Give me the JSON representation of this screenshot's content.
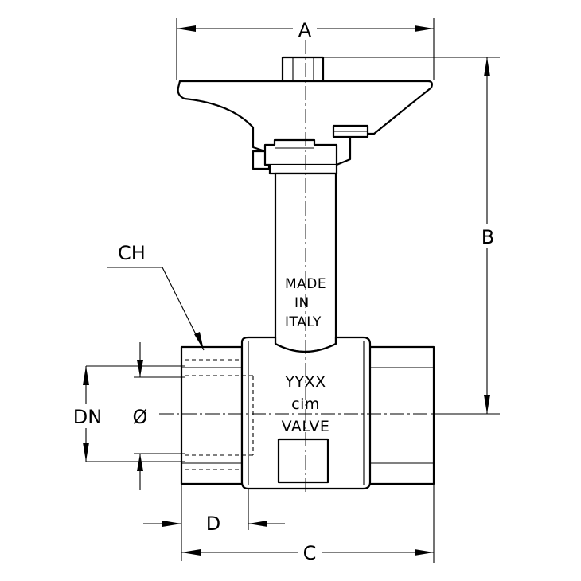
{
  "dimensions": {
    "a": "A",
    "b": "B",
    "c": "C",
    "d": "D",
    "ch": "CH",
    "dn": "DN",
    "diameter": "Ø"
  },
  "markings": {
    "line1": "MADE",
    "line2": "IN",
    "line3": "ITALY",
    "date_code": "YYXX",
    "brand": "cim",
    "product": "VALVE"
  }
}
